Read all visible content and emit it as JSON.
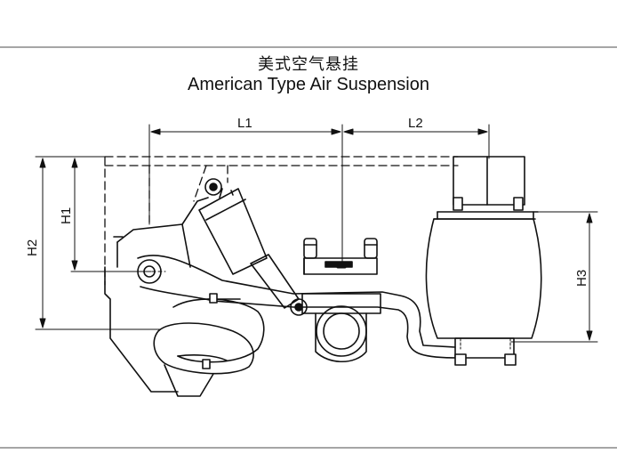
{
  "title": {
    "chinese": "美式空气悬挂",
    "english": "American Type Air Suspension"
  },
  "dimensions": {
    "l1": "L1",
    "l2": "L2",
    "h1": "H1",
    "h2": "H2",
    "h3": "H3"
  },
  "colors": {
    "line": "#111111",
    "background": "#ffffff"
  }
}
